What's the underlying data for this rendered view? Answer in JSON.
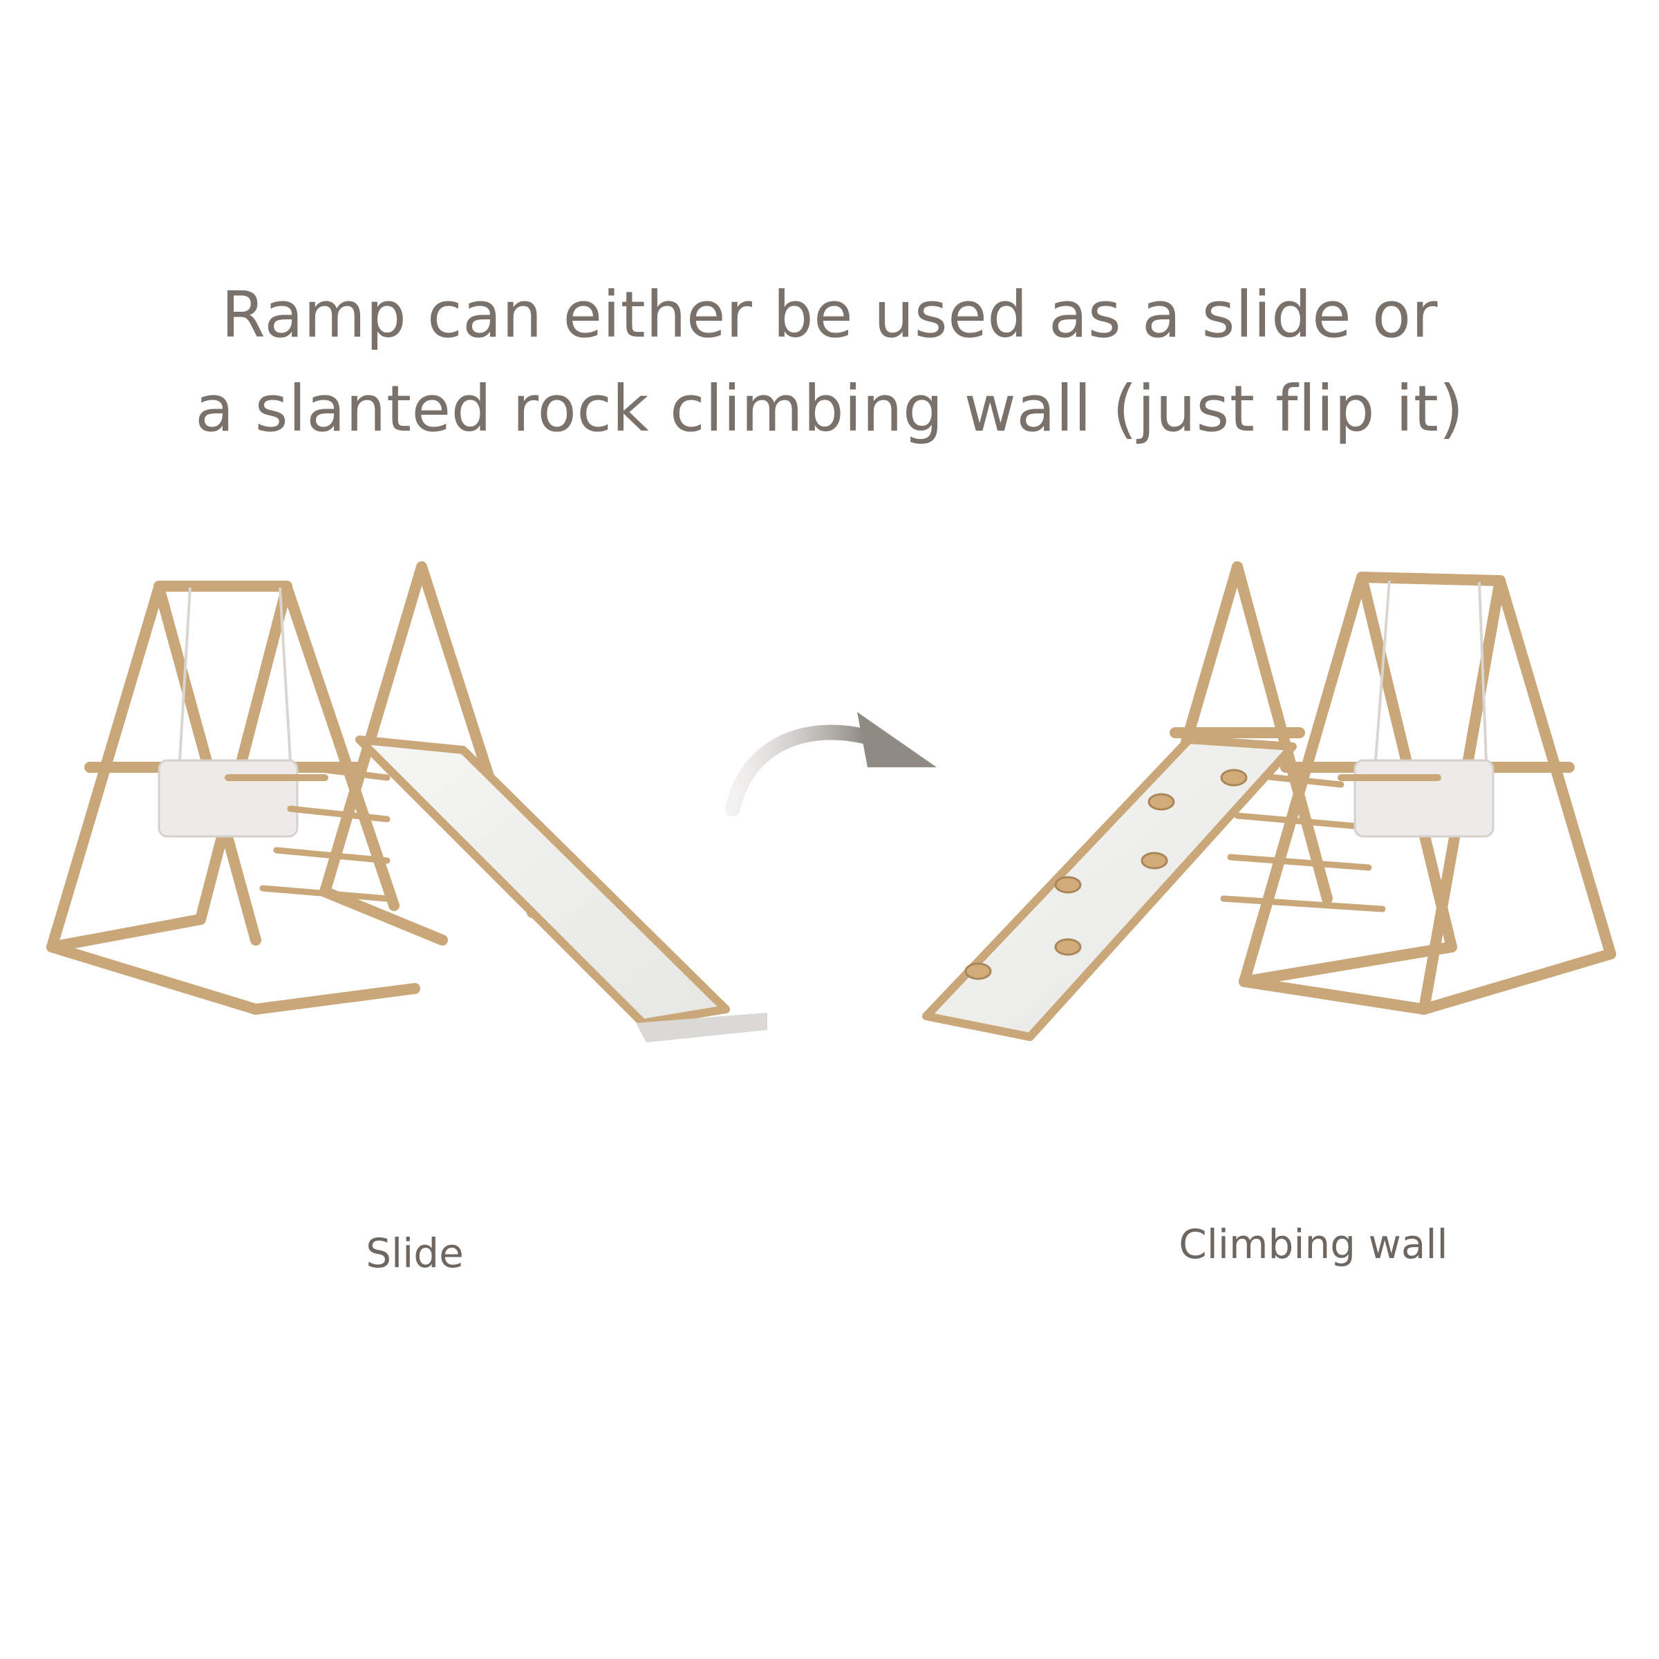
{
  "headline": {
    "line1": "Ramp can either be used as a slide or",
    "line2": "a slanted rock climbing wall (just flip it)"
  },
  "captions": {
    "left": "Slide",
    "right": "Climbing wall"
  },
  "colors": {
    "text": "#7a716b",
    "wood": "#c9a779",
    "wood_dark": "#a8865a",
    "panel": "#ececea",
    "arrow": "#8f8a84"
  },
  "icons": {
    "arrow": "curved-arrow-right-icon"
  }
}
